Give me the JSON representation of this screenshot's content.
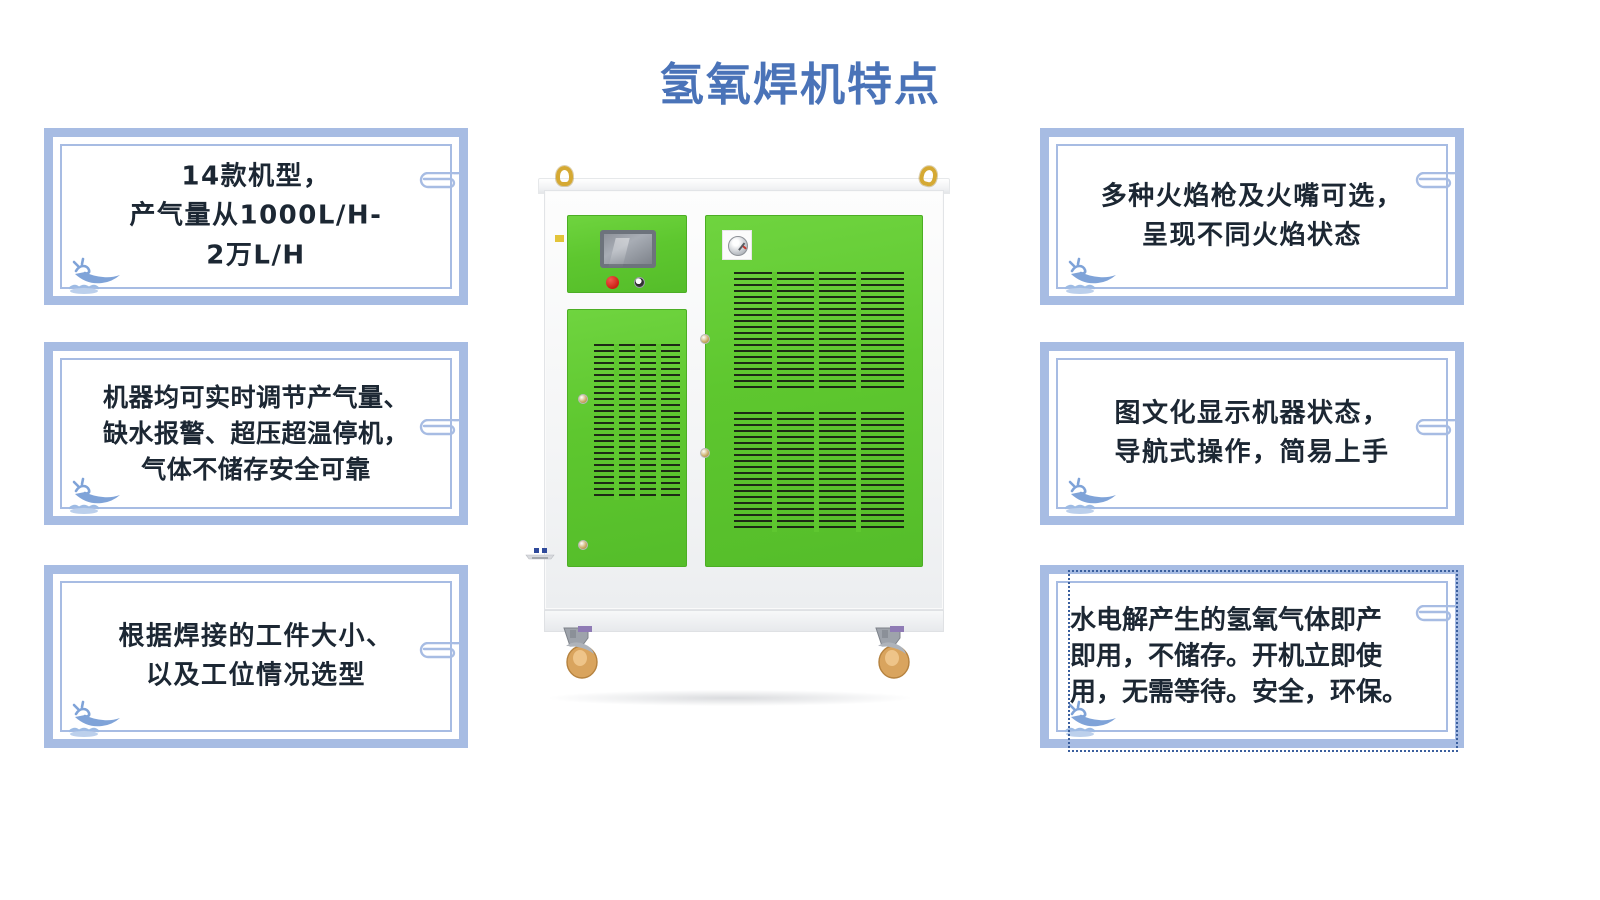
{
  "page": {
    "title": "氢氧焊机特点",
    "title_color": "#4a73b8",
    "background_color": "#ffffff",
    "frame_color": "#a7bce3",
    "text_color": "#1c2733"
  },
  "features": {
    "left": [
      {
        "id": "models-and-output",
        "text": "14款机型，\n产气量从1000L/H-\n2万L/H",
        "ornament_boat": "dragon-boat-icon",
        "ornament_clip": "paperclip-icon"
      },
      {
        "id": "realtime-control-and-safety",
        "text": "机器均可实时调节产气量、\n缺水报警、超压超温停机，\n气体不储存安全可靠",
        "ornament_boat": "dragon-boat-icon",
        "ornament_clip": "paperclip-icon"
      },
      {
        "id": "selection-by-workpiece",
        "text": "根据焊接的工件大小、\n以及工位情况选型",
        "ornament_boat": "dragon-boat-icon",
        "ornament_clip": "paperclip-icon"
      }
    ],
    "right": [
      {
        "id": "torch-and-nozzle-options",
        "text": "多种火焰枪及火嘴可选，\n呈现不同火焰状态",
        "ornament_boat": "dragon-boat-icon",
        "ornament_clip": "paperclip-icon"
      },
      {
        "id": "graphical-status-display",
        "text": "图文化显示机器状态，\n导航式操作，简易上手",
        "ornament_boat": "dragon-boat-icon",
        "ornament_clip": "paperclip-icon"
      },
      {
        "id": "on-demand-gas-generation",
        "text": "水电解产生的氢氧气体即产\n即用，不储存。开机立即使\n用，无需等待。安全，环保。",
        "ornament_boat": "dragon-boat-icon",
        "ornament_clip": "paperclip-icon",
        "selected": true
      }
    ]
  },
  "machine": {
    "name": "oxyhydrogen-welding-machine-photo",
    "body_color": "#f4f5f6",
    "panel_color": "#5ec72f",
    "accent_gold": "#d5a933",
    "parts": [
      "lifting-eye-bolt-left",
      "lifting-eye-bolt-right",
      "top-cap",
      "control-panel",
      "touchscreen-display",
      "emergency-stop-button",
      "selector-switch",
      "yellow-label-tag",
      "pressure-gauge",
      "door-lock-knob-upper",
      "door-lock-knob-lower",
      "door-lock-knob-left",
      "louver-vent-left",
      "louver-vent-right-upper",
      "louver-vent-right-lower",
      "gas-outlet-valve",
      "caster-wheel-left",
      "caster-wheel-right"
    ]
  }
}
